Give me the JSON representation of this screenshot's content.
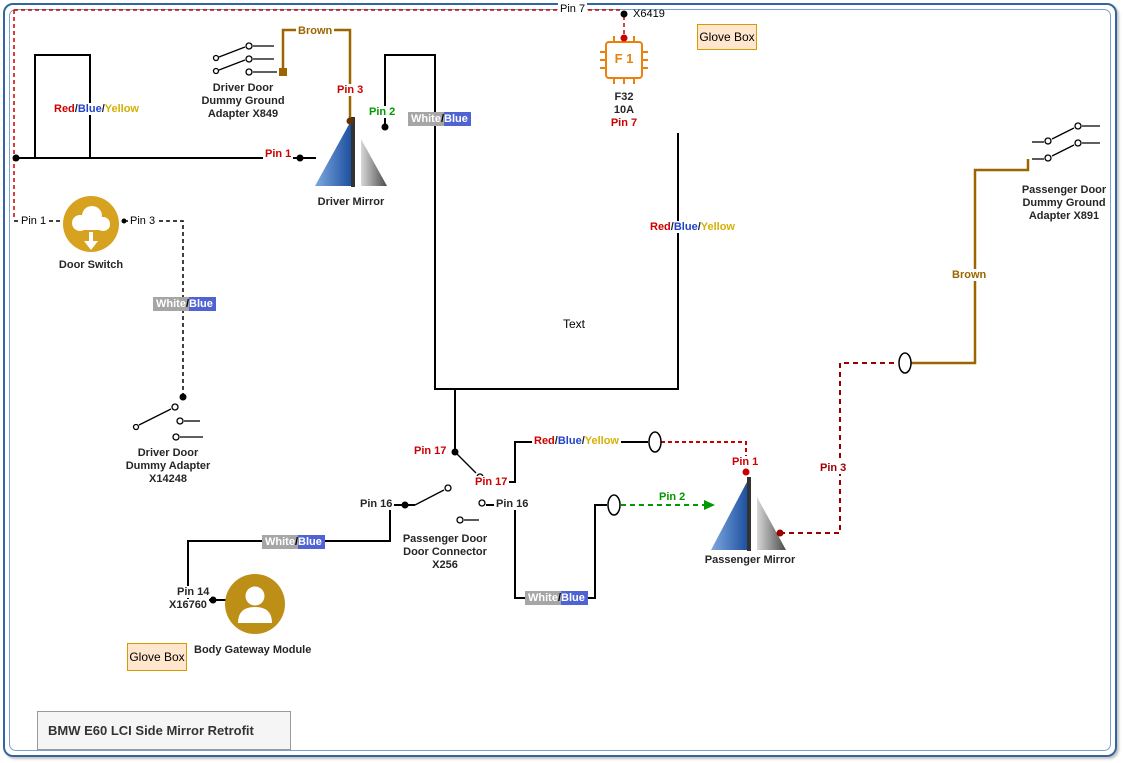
{
  "palette": {
    "frame_blue": "#33669c",
    "frame_inner_blue": "#7aa3cc",
    "wire_black": "#000000",
    "wire_red": "#cc0000",
    "wire_green": "#009900",
    "wire_dark_red": "#990000",
    "wire_brown": "#9c6500",
    "label_blue": "#2244cc",
    "label_yellow": "#d4b106",
    "gold_icon": "#d8a221",
    "gold_dark_icon": "#bd8f16",
    "fuse_orange": "#e8820c",
    "glove_box_bg": "#ffe6cc",
    "glove_box_border": "#d79b00",
    "mirror_blue": "#1b4f9e",
    "mirror_gray": "#4a4a4a",
    "wb_gray_bg": "#a6a6a6",
    "wb_blue_bg": "#4f63d2"
  },
  "title_box": {
    "title": "BMW E60 LCI Side Mirror Retrofit"
  },
  "stray": {
    "text": "Text"
  },
  "glove_box": {
    "label": "Glove Box"
  },
  "wire_labels": {
    "rby": {
      "red": "Red",
      "sep1": "/",
      "blue": "Blue",
      "sep2": "/",
      "yellow": "Yellow"
    },
    "wb": {
      "white": "White",
      "sep": "/",
      "blue": "Blue"
    },
    "brown": "Brown"
  },
  "top_rail": {
    "pin": "Pin 7",
    "connector": "X6419"
  },
  "fuse": {
    "chip_label": "F 1",
    "name": "F32",
    "rating": "10A",
    "pin": "Pin 7"
  },
  "x849": {
    "name": [
      "Driver Door",
      "Dummy Ground",
      "Adapter X849"
    ]
  },
  "driver_mirror": {
    "label": "Driver Mirror",
    "pin1": "Pin 1",
    "pin2": "Pin 2",
    "pin3": "Pin 3"
  },
  "door_switch": {
    "label": "Door Switch",
    "pin1": "Pin 1",
    "pin3": "Pin 3"
  },
  "x14248": {
    "name": [
      "Driver Door",
      "Dummy Adapter",
      "X14248"
    ]
  },
  "x256": {
    "name": [
      "Passenger Door",
      "Door Connector",
      "X256"
    ],
    "pin17": "Pin 17",
    "pin16": "Pin 16"
  },
  "passenger_mirror": {
    "label": "Passenger Mirror",
    "pin1": "Pin 1",
    "pin2": "Pin 2",
    "pin3": "Pin 3"
  },
  "body_gateway": {
    "label": "Body Gateway Module",
    "pin14": "Pin 14",
    "connector": "X16760"
  },
  "x891": {
    "name": [
      "Passenger Door",
      "Dummy Ground",
      "Adapter X891"
    ]
  }
}
